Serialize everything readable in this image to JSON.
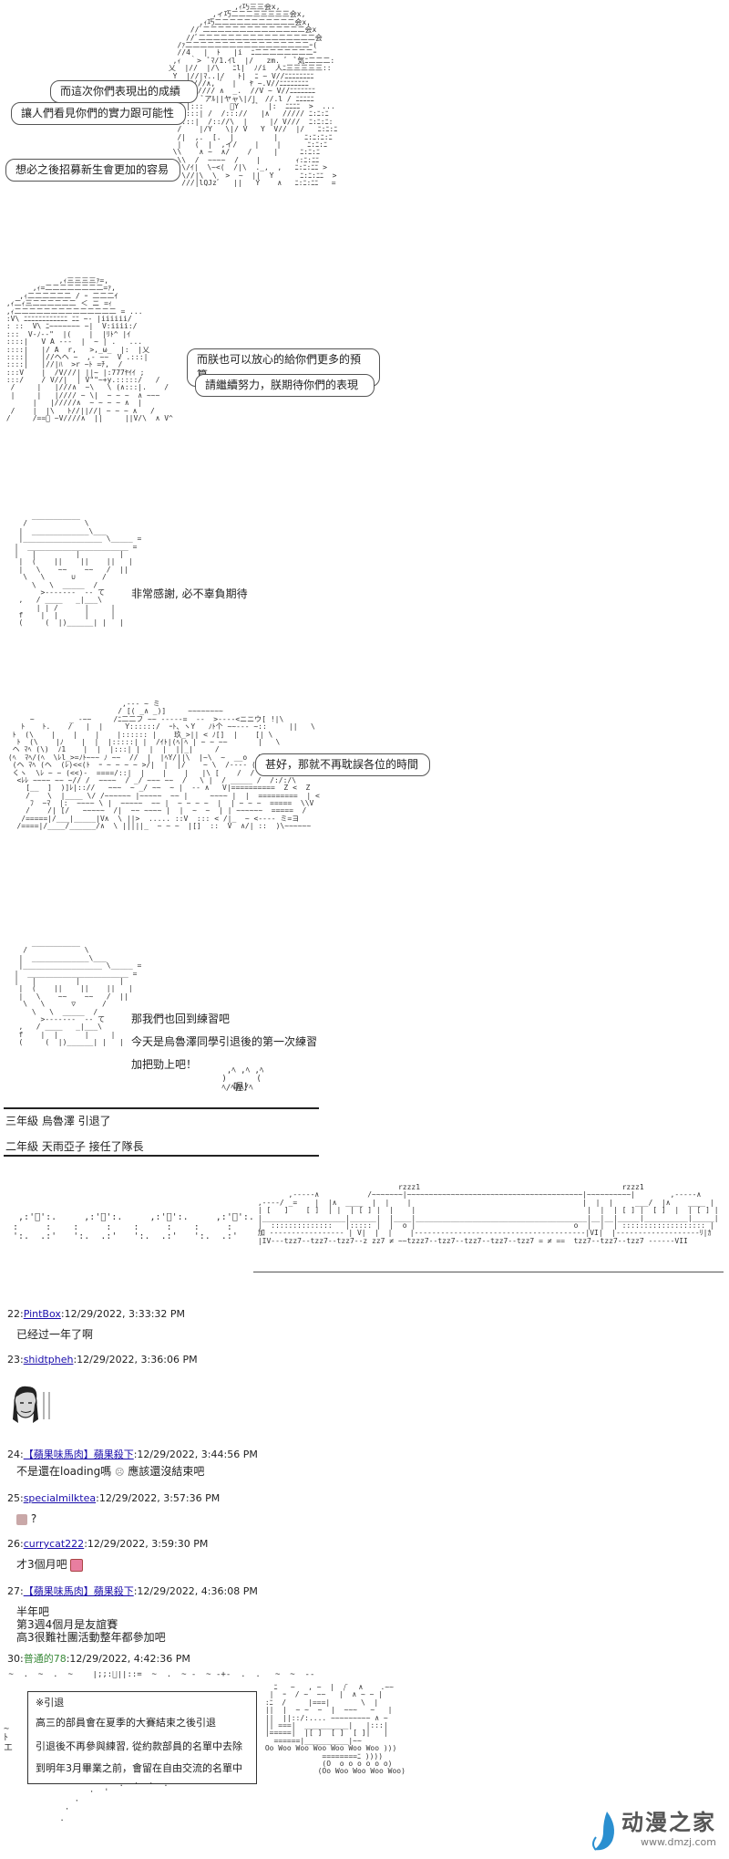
{
  "panel1": {
    "bubbles": [
      "而這次你們表現出的成績",
      "讓人們看見你們的實力跟可能性",
      "想必之後招募新生會更加的容易"
    ]
  },
  "panel2": {
    "bubbles": [
      "而朕也可以放心的給你們更多的預算",
      "請繼續努力，朕期待你們的表現"
    ]
  },
  "panel3": {
    "text": "非常感謝, 必不辜負期待"
  },
  "panel4": {
    "bubble": "甚好，那就不再耽誤各位的時間"
  },
  "panel5": {
    "lines": [
      "那我們也回到練習吧",
      "今天是烏魯澤同學引退後的第一次練習",
      "加把勁上吧！"
    ],
    "shout": "喔！"
  },
  "captions": [
    "三年級 烏魯澤 引退了",
    "二年級 天雨亞子 接任了隊長"
  ],
  "posts": [
    {
      "num": "22:",
      "name": "PintBox",
      "time": ":12/29/2022, 3:33:32 PM",
      "body": [
        "已经过一年了啊"
      ]
    },
    {
      "num": "23:",
      "name": "shidtpheh",
      "time": ":12/29/2022, 3:36:06 PM",
      "body": []
    },
    {
      "num": "24:",
      "name": "【蘋果味馬肉】蘋果殺下",
      "time": ":12/29/2022, 3:44:56 PM",
      "body": [
        "不是還在loading嗎",
        "應該還沒結束吧"
      ]
    },
    {
      "num": "25:",
      "name": "specialmilktea",
      "time": ":12/29/2022, 3:57:36 PM",
      "body": [
        "?"
      ]
    },
    {
      "num": "26:",
      "name": "currycat222",
      "time": ":12/29/2022, 3:59:30 PM",
      "body": [
        "才3個月吧"
      ]
    },
    {
      "num": "27:",
      "name": "【蘋果味馬肉】蘋果殺下",
      "time": ":12/29/2022, 4:36:08 PM",
      "body": [
        "半年吧",
        "第3週4個月是友誼賽",
        "高3很難社團活動整年都參加吧"
      ]
    },
    {
      "num": "30:",
      "name": "普通的78",
      "time": ":12/29/2022, 4:42:36 PM",
      "body": []
    }
  ],
  "notice": {
    "lines": [
      "※引退",
      "高三的部員會在夏季的大賽結束之後引退",
      "引退後不再參與練習, 從約款部員的名單中去除",
      "到明年3月畢業之前，會留在自由交流的名單中"
    ]
  },
  "watermark": {
    "title": "动漫之家",
    "url": "www.dmzj.com"
  },
  "colors": {
    "link": "#1a0dab",
    "green_name": "#3a8a3a",
    "brand": "#2a8fd0"
  }
}
